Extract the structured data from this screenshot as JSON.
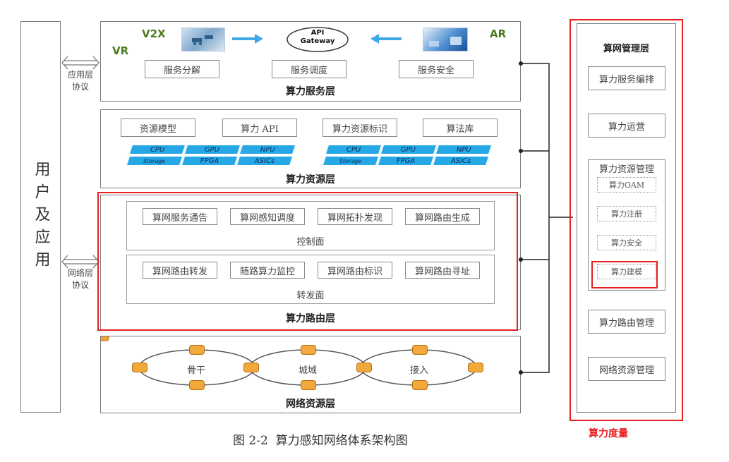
{
  "user_apps": "用户及应用",
  "protocol_app": "应用层\n协议",
  "protocol_app_l1": "应用层",
  "protocol_app_l2": "协议",
  "protocol_net_l1": "网络层",
  "protocol_net_l2": "协议",
  "service_layer": {
    "title": "算力服务层",
    "vr": "VR",
    "v2x": "V2X",
    "ar": "AR",
    "gateway_l1": "API",
    "gateway_l2": "Gateway",
    "boxes": [
      "服务分解",
      "服务调度",
      "服务安全"
    ]
  },
  "resource_layer": {
    "title": "算力资源层",
    "boxes": [
      "资源模型",
      "算力 API",
      "算力资源标识",
      "算法库"
    ],
    "hw_top": [
      "CPU",
      "GPU",
      "NPU"
    ],
    "hw_bottom": [
      "Storage",
      "FPGA",
      "ASICs"
    ]
  },
  "routing_layer": {
    "title": "算力路由层",
    "control_plane": "控制面",
    "forward_plane": "转发面",
    "control_boxes": [
      "算网服务通告",
      "算网感知调度",
      "算网拓扑发现",
      "算网路由生成"
    ],
    "forward_boxes": [
      "算网路由转发",
      "随路算力监控",
      "算网路由标识",
      "算网路由寻址"
    ]
  },
  "network_layer": {
    "title": "网络资源层",
    "rings": [
      "骨干",
      "城域",
      "接入"
    ]
  },
  "management": {
    "title": "算网管理层",
    "items": [
      "算力服务编排",
      "算力运营"
    ],
    "resource_mgmt": {
      "title": "算力资源管理",
      "items": [
        "算力OAM",
        "算力注册",
        "算力安全",
        "算力建模"
      ]
    },
    "bottom_items": [
      "算力路由管理",
      "网络资源管理"
    ]
  },
  "measure_label": "算力度量",
  "caption": "图 2-2  算力感知网络体系架构图",
  "colors": {
    "highlight": "#e8201f",
    "hardware": "#27a8e6",
    "label_green": "#4f7a1e"
  }
}
